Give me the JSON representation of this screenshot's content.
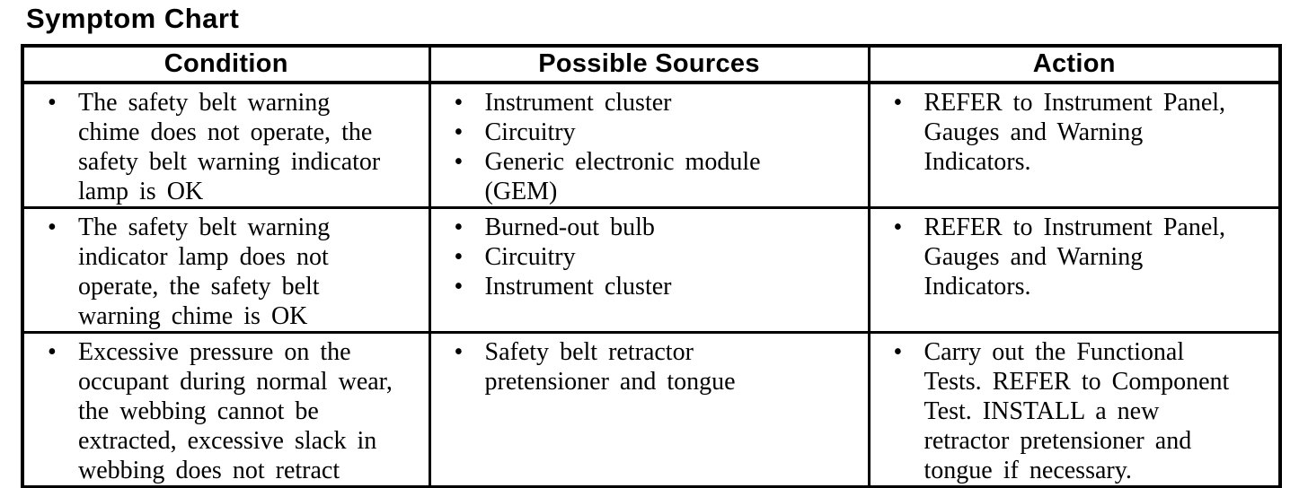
{
  "title": "Symptom Chart",
  "table": {
    "headers": [
      "Condition",
      "Possible Sources",
      "Action"
    ],
    "rows": [
      {
        "condition": [
          "The safety belt warning\nchime does not operate, the\nsafety belt warning indicator\nlamp is OK"
        ],
        "sources": [
          "Instrument cluster",
          "Circuitry",
          "Generic electronic module\n(GEM)"
        ],
        "action": [
          "REFER to Instrument Panel,\nGauges and Warning\nIndicators."
        ]
      },
      {
        "condition": [
          "The safety belt warning\nindicator lamp does not\noperate, the safety belt\nwarning chime is OK"
        ],
        "sources": [
          "Burned-out bulb",
          "Circuitry",
          "Instrument cluster"
        ],
        "action": [
          "REFER to Instrument Panel,\nGauges and Warning\nIndicators."
        ]
      },
      {
        "condition": [
          "Excessive pressure on the\noccupant during normal wear,\nthe webbing cannot be\nextracted, excessive slack in\nwebbing does not retract"
        ],
        "sources": [
          "Safety belt retractor\npretensioner and tongue"
        ],
        "action": [
          "Carry out the Functional\nTests. REFER to Component\nTest. INSTALL a new\nretractor pretensioner and\ntongue if necessary."
        ]
      }
    ]
  }
}
